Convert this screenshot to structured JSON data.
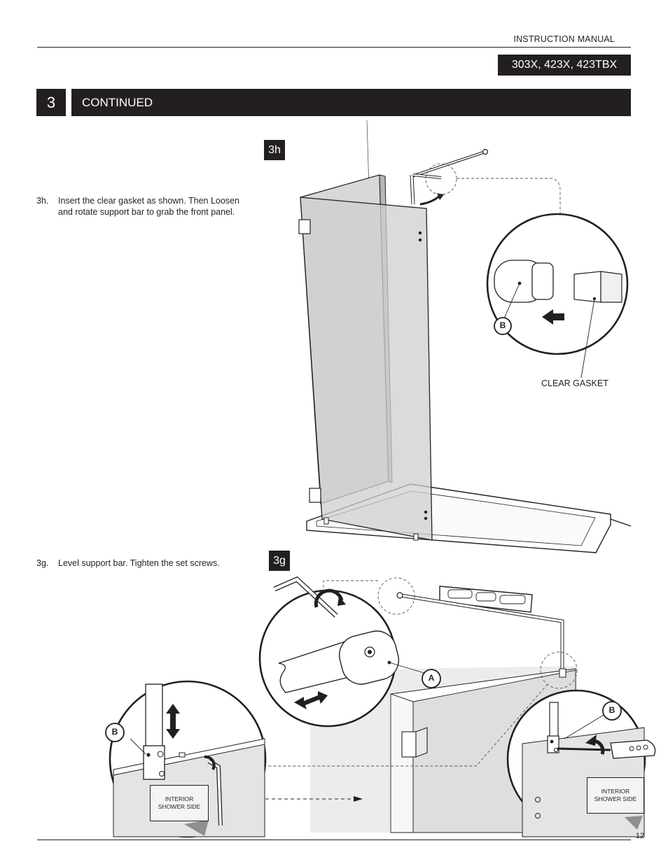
{
  "header": {
    "manual_title": "INSTRUCTION MANUAL",
    "models": "303X, 423X, 423TBX"
  },
  "section": {
    "number": "3",
    "title": "CONTINUED"
  },
  "steps": [
    {
      "key": "3h.",
      "label": "3h",
      "text": "Insert the clear gasket as shown. Then Loosen and rotate support bar to grab the front panel."
    },
    {
      "key": "3g.",
      "label": "3g",
      "text": "Level support bar. Tighten the set screws."
    }
  ],
  "callouts": {
    "a": "A",
    "b": "B",
    "clear_gasket": "CLEAR GASKET",
    "interior_shower_side_line1": "INTERIOR",
    "interior_shower_side_line2": "SHOWER SIDE"
  },
  "footer": {
    "page_number": "12"
  }
}
